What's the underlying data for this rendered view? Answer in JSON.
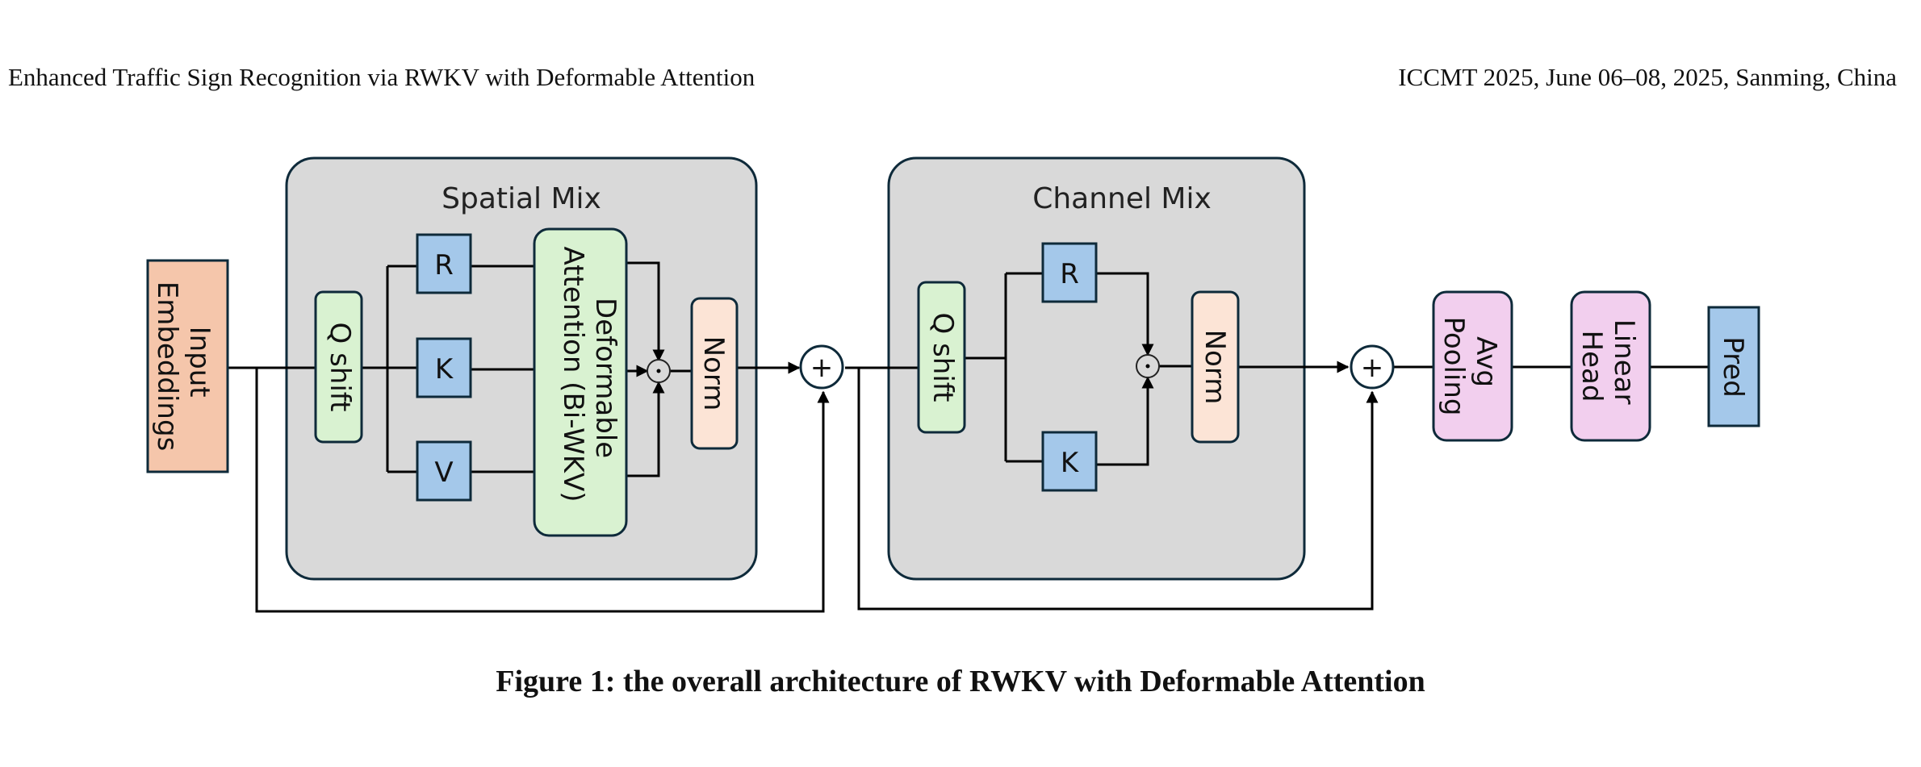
{
  "header": {
    "left": "Enhanced Traffic Sign Recognition via RWKV with Deformable Attention",
    "right": "ICCMT 2025, June 06–08, 2025, Sanming, China"
  },
  "caption": "Figure 1: the overall architecture of RWKV with Deformable Attention",
  "colors": {
    "input_embeddings": "#f5c6ab",
    "q_shift": "#d9f2d1",
    "rkv": "#a4c8ea",
    "deformable_attention": "#d9f2d1",
    "norm": "#fce4d6",
    "head_blocks": "#f2cfee",
    "pred": "#a4c8ea",
    "group_bg": "#d9d9d9",
    "border": "#0e2a3a"
  },
  "diagram": {
    "input": {
      "line1": "Input",
      "line2": "Embeddings"
    },
    "spatial_mix": {
      "title": "Spatial Mix",
      "q_shift": "Q shift",
      "r": "R",
      "k": "K",
      "v": "V",
      "attention_line1": "Deformable",
      "attention_line2": "Attention (Bi-WKV)",
      "gate_symbol": "⊙",
      "norm": "Norm"
    },
    "channel_mix": {
      "title": "Channel Mix",
      "q_shift": "Q shift",
      "r": "R",
      "k": "K",
      "gate_symbol": "⊙",
      "norm": "Norm"
    },
    "add_symbol": "+",
    "avg_pooling": {
      "line1": "Avg",
      "line2": "Pooling"
    },
    "linear_head": {
      "line1": "Linear",
      "line2": "Head"
    },
    "pred": "Pred"
  }
}
